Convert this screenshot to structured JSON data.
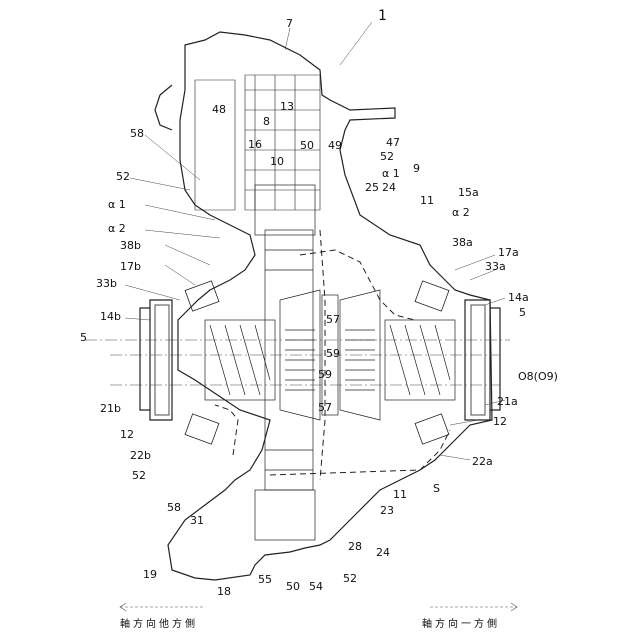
{
  "figure_number": "1",
  "labels": {
    "l7": "7",
    "l13": "13",
    "l8": "8",
    "l48": "48",
    "l58a": "58",
    "l16": "16",
    "l10": "10",
    "l50a": "50",
    "l49": "49",
    "l47": "47",
    "l52a": "52",
    "l9": "9",
    "l52b": "52",
    "alpha1a": "α 1",
    "alpha2a": "α 2",
    "alpha1b": "α 1",
    "alpha2b": "α 2",
    "l25": "25",
    "l24a": "24",
    "l11a": "11",
    "l15a": "15a",
    "l38b": "38b",
    "l38a": "38a",
    "l17b": "17b",
    "l17a": "17a",
    "l33b": "33b",
    "l33a": "33a",
    "l14a": "14a",
    "l14b": "14b",
    "l5a": "5",
    "l5b": "5",
    "l57a": "57",
    "l57b": "57",
    "l59a": "59",
    "l59b": "59",
    "l21b": "21b",
    "l21a": "21a",
    "l12a": "12",
    "l12b": "12",
    "l22b": "22b",
    "l22a": "22a",
    "l52c": "52",
    "l11b": "11",
    "lS": "S",
    "l58b": "58",
    "l31": "31",
    "l23": "23",
    "l28": "28",
    "l24b": "24",
    "l19": "19",
    "l52d": "52",
    "l18": "18",
    "l55": "55",
    "l50b": "50",
    "l54": "54",
    "axis_label": "O8(O9)"
  },
  "footer": {
    "left_direction": "軸方向他方側",
    "right_direction": "軸方向一方側"
  }
}
